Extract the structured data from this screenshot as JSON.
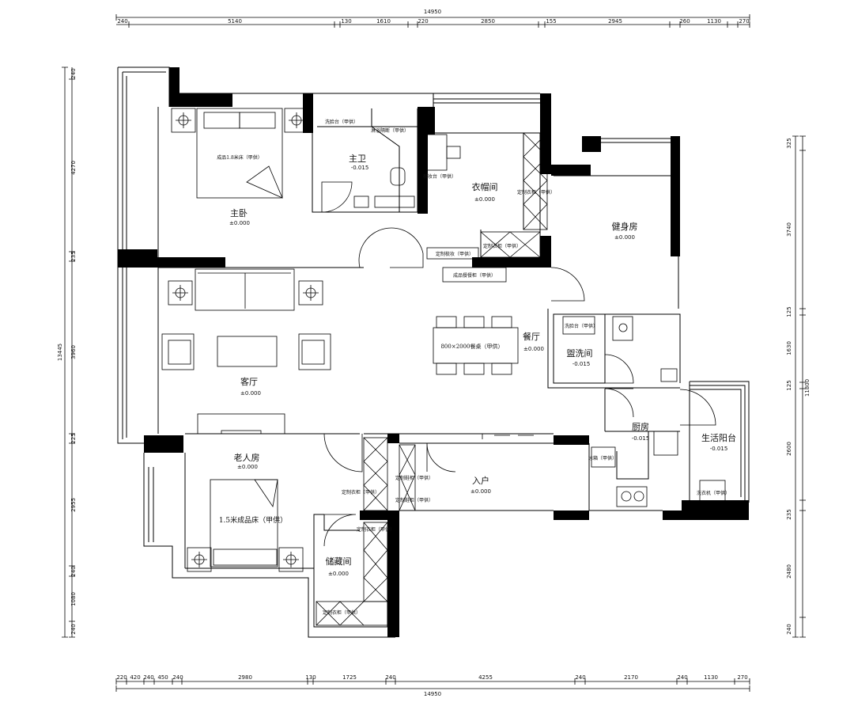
{
  "dimensions": {
    "top_total": "14950",
    "top": [
      "240",
      "5140",
      "130",
      "1610",
      "220",
      "2850",
      "155",
      "2945",
      "260",
      "1130",
      "270"
    ],
    "bottom_total": "14950",
    "bottom": [
      "220",
      "420",
      "240",
      "450",
      "240",
      "2980",
      "130",
      "1725",
      "240",
      "4255",
      "240",
      "2170",
      "240",
      "1130",
      "270"
    ],
    "left_total": "13445",
    "left": [
      "240",
      "4270",
      "235",
      "3960",
      "225",
      "2955",
      "240",
      "1080",
      "240"
    ],
    "right_total": "11800",
    "right": [
      "325",
      "3740",
      "125",
      "1630",
      "125",
      "2600",
      "235",
      "2480",
      "240"
    ]
  },
  "rooms": {
    "master_bed": {
      "name": "主卧",
      "level": "±0.000"
    },
    "master_bath": {
      "name": "主卫",
      "level": "-0.015"
    },
    "cloak": {
      "name": "衣帽间",
      "level": "±0.000"
    },
    "gym": {
      "name": "健身房",
      "level": "±0.000"
    },
    "living": {
      "name": "客厅",
      "level": "±0.000"
    },
    "dining": {
      "name": "餐厅",
      "level": "±0.000"
    },
    "wash": {
      "name": "盥洗间",
      "level": "-0.015"
    },
    "kitchen": {
      "name": "厨房",
      "level": "-0.015"
    },
    "service_balcony": {
      "name": "生活阳台",
      "level": "-0.015"
    },
    "elder_room": {
      "name": "老人房",
      "level": "±0.000"
    },
    "entry": {
      "name": "入户",
      "level": "±0.000"
    },
    "storage": {
      "name": "储藏间",
      "level": "±0.000"
    }
  },
  "annotations": {
    "bed_master": "成品1.8米床（甲供）",
    "bed_elder": "1.5米成品床（甲供）",
    "dining_table": "800×2000餐桌（甲供）",
    "sideboard": "成品餐餐柜（甲供）",
    "wardrobe_cloak": "定制衣柜（甲供）",
    "wardrobe_cloak_low": "定制衣柜（甲供）",
    "dresser": "定制梳妆（甲供）",
    "dressing_table": "梳妆台（甲供）",
    "shower": "淋浴隔断（甲供）",
    "basin_master": "洗脸台（甲供）",
    "basin_wash": "洗脸台（甲供）",
    "wardrobe_elder": "定制衣柜（甲供）",
    "shoe_cab_1": "定制鞋柜（甲供）",
    "shoe_cab_2": "定制鞋柜（甲供）",
    "storage_cab_1": "定制衣柜（甲供）",
    "storage_cab_2": "定制衣柜（甲供）",
    "fridge": "冰箱（甲供）",
    "washer": "洗衣机（甲供）"
  }
}
